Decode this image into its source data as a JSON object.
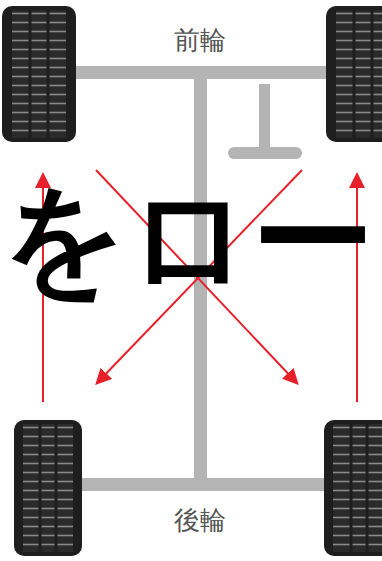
{
  "diagram": {
    "labels": [
      "前輪",
      "をロー",
      "後輪"
    ]
  }
}
